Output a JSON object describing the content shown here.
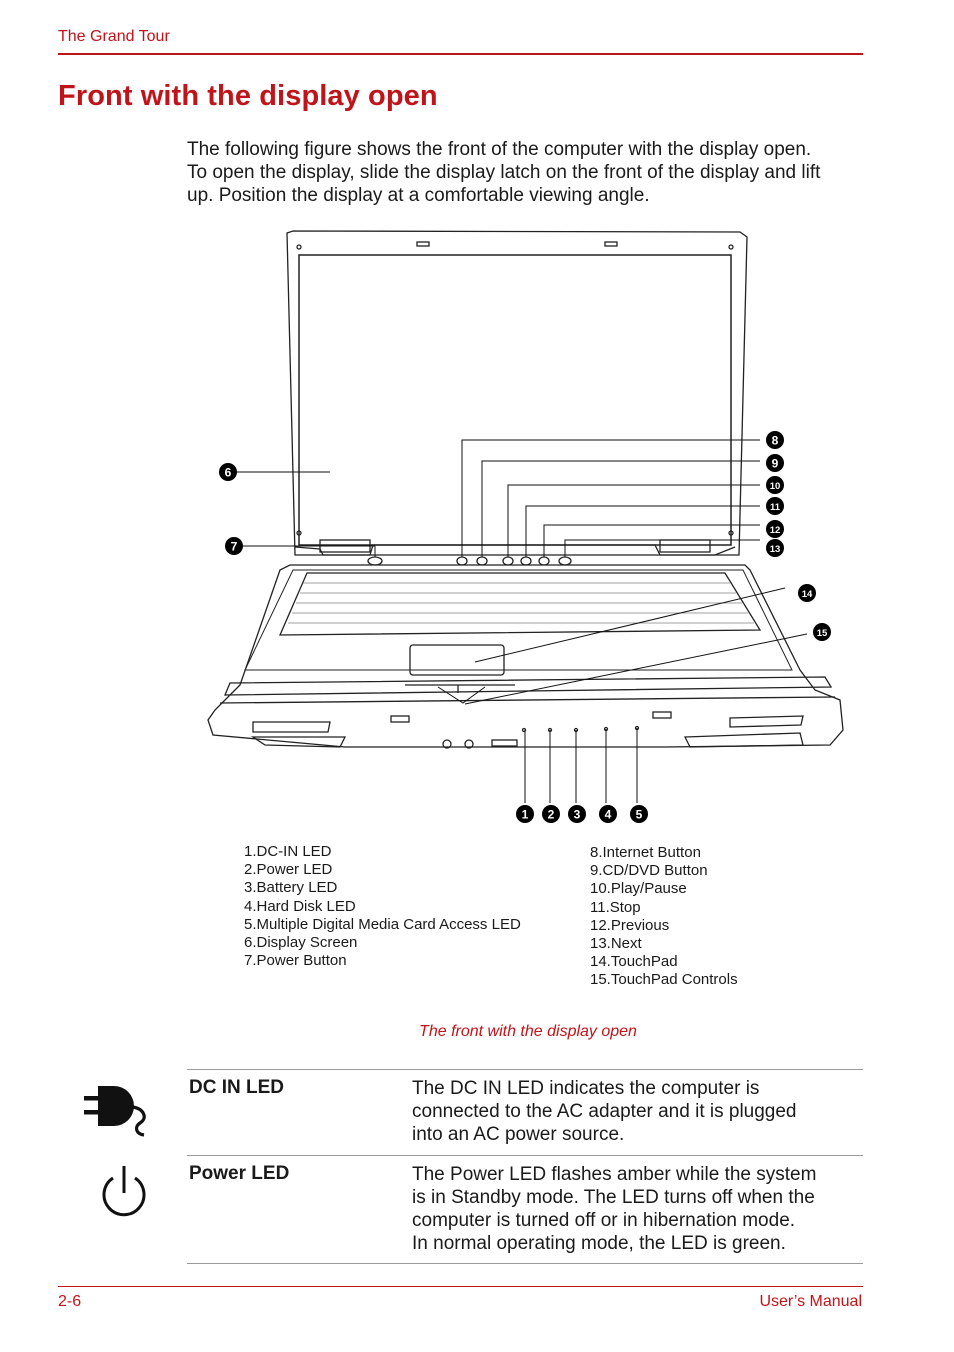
{
  "header": {
    "section": "The Grand Tour"
  },
  "page_title": "Front with the display open",
  "intro_lines": [
    "The following figure shows the front of the computer with the display open.",
    "To open the display, slide the display latch on the front of the display and lift",
    "up. Position the display at a comfortable viewing angle."
  ],
  "figure": {
    "callouts": [
      "1",
      "2",
      "3",
      "4",
      "5",
      "6",
      "7",
      "8",
      "9",
      "10",
      "11",
      "12",
      "13",
      "14",
      "15"
    ],
    "legend_left": [
      "1.DC-IN LED",
      "2.Power LED",
      "3.Battery LED",
      "4.Hard Disk LED",
      "5.Multiple Digital Media Card Access LED",
      "6.Display Screen",
      "7.Power Button"
    ],
    "legend_right": [
      "8.Internet Button",
      "9.CD/DVD Button",
      "10.Play/Pause",
      "11.Stop",
      "12.Previous",
      "13.Next",
      "14.TouchPad",
      "15.TouchPad Controls"
    ],
    "caption": "The front with the display open"
  },
  "table": [
    {
      "icon": "dc-in-plug-icon",
      "term": "DC IN LED",
      "desc_lines": [
        "The DC IN LED indicates the computer is",
        "connected to the AC adapter and it is plugged",
        "into an AC power source."
      ]
    },
    {
      "icon": "power-icon",
      "term": "Power LED",
      "desc_lines": [
        "The Power LED flashes amber while the system",
        "is in Standby mode. The LED turns off when the",
        "computer is turned off or in hibernation mode.",
        "In normal operating mode, the LED is green."
      ]
    }
  ],
  "footer": {
    "page_number": "2-6",
    "manual": "User’s Manual"
  },
  "colors": {
    "accent": "#c0141b",
    "text": "#1a1a1a",
    "rule": "#9a9a9a"
  }
}
